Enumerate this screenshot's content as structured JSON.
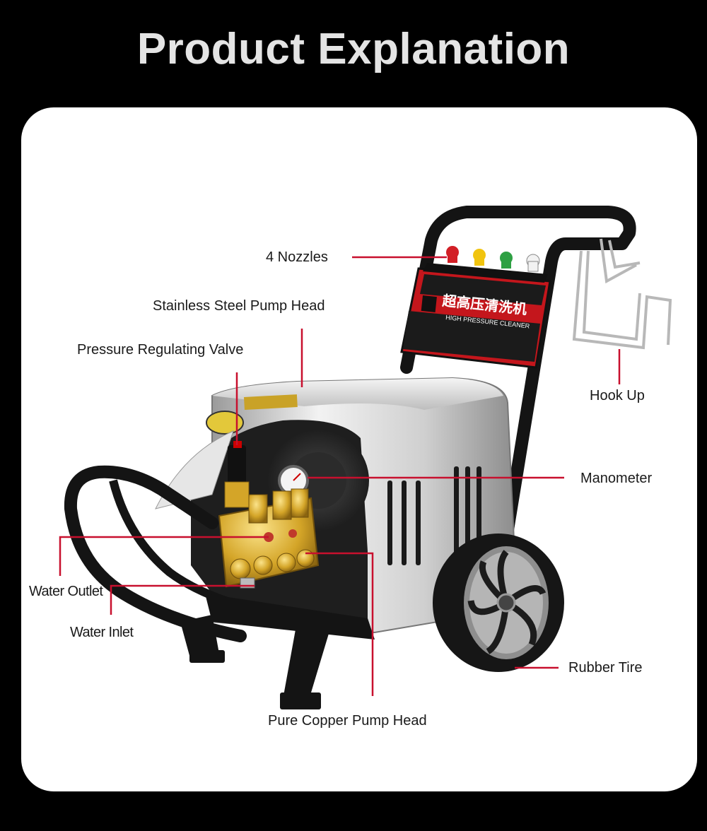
{
  "title": "Product Explanation",
  "labels": {
    "nozzles": "4 Nozzles",
    "pump_head": "Stainless Steel Pump Head",
    "pressure_valve": "Pressure Regulating Valve",
    "hook_up": "Hook Up",
    "manometer": "Manometer",
    "water_outlet": "Water Outlet",
    "water_inlet": "Water Inlet",
    "rubber_tire": "Rubber Tire",
    "copper_pump": "Pure Copper Pump Head"
  },
  "panel": {
    "brand_cn": "超高压清洗机",
    "brand_en": "HIGH PRESSURE CLEANER"
  },
  "colors": {
    "callout_line": "#c8102e",
    "panel_red": "#c4161c",
    "frame": "#141414",
    "steel": "#d9d9d9",
    "brass": "#d4a528"
  }
}
